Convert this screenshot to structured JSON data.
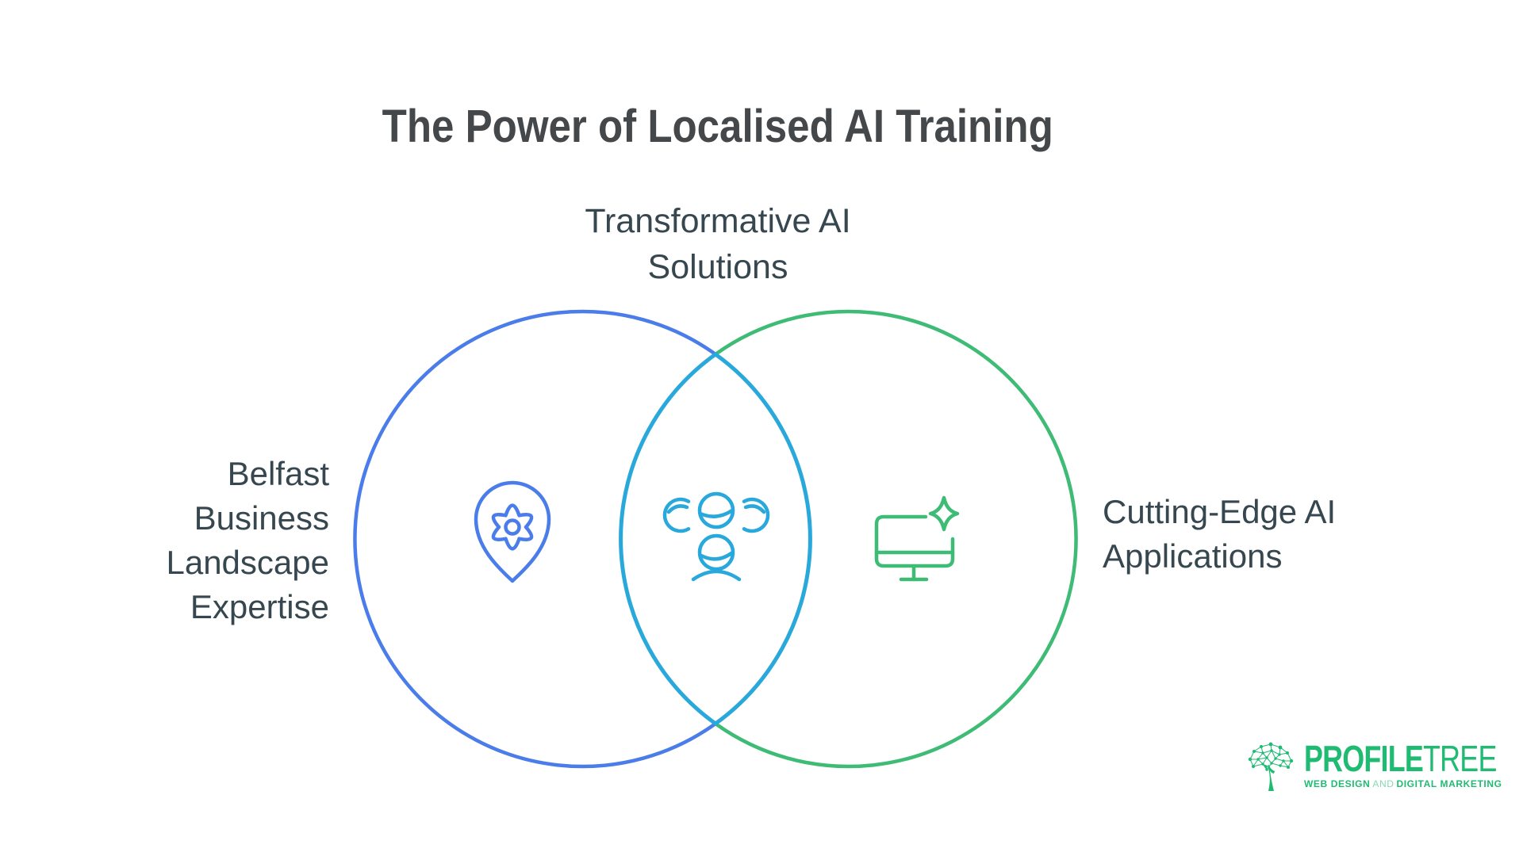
{
  "title": "The Power of Localised AI Training",
  "venn": {
    "intersection": {
      "label_lines": [
        "Transformative AI",
        "Solutions"
      ],
      "icon": "people-group-icon",
      "color": "#29a8db"
    },
    "left_circle": {
      "label_lines": [
        "Belfast",
        "Business",
        "Landscape",
        "Expertise"
      ],
      "icon": "location-gear-icon",
      "color": "#4a7de9"
    },
    "right_circle": {
      "label_lines": [
        "Cutting-Edge AI",
        "Applications"
      ],
      "icon": "monitor-sparkle-icon",
      "color": "#3ebb75"
    }
  },
  "footer_logo": {
    "icon": "tree-network-icon",
    "brand_primary": "PROFILE",
    "brand_secondary": "TREE",
    "tagline_left": "WEB DESIGN",
    "tagline_mid": "AND",
    "tagline_right": "DIGITAL MARKETING"
  },
  "colors": {
    "title-text": "#45484b",
    "label-text": "#37474f",
    "circle-blue": "#4a7de9",
    "circle-green": "#3ebb75",
    "overlap-cyan": "#29a8db",
    "brand-green": "#20bb72"
  }
}
